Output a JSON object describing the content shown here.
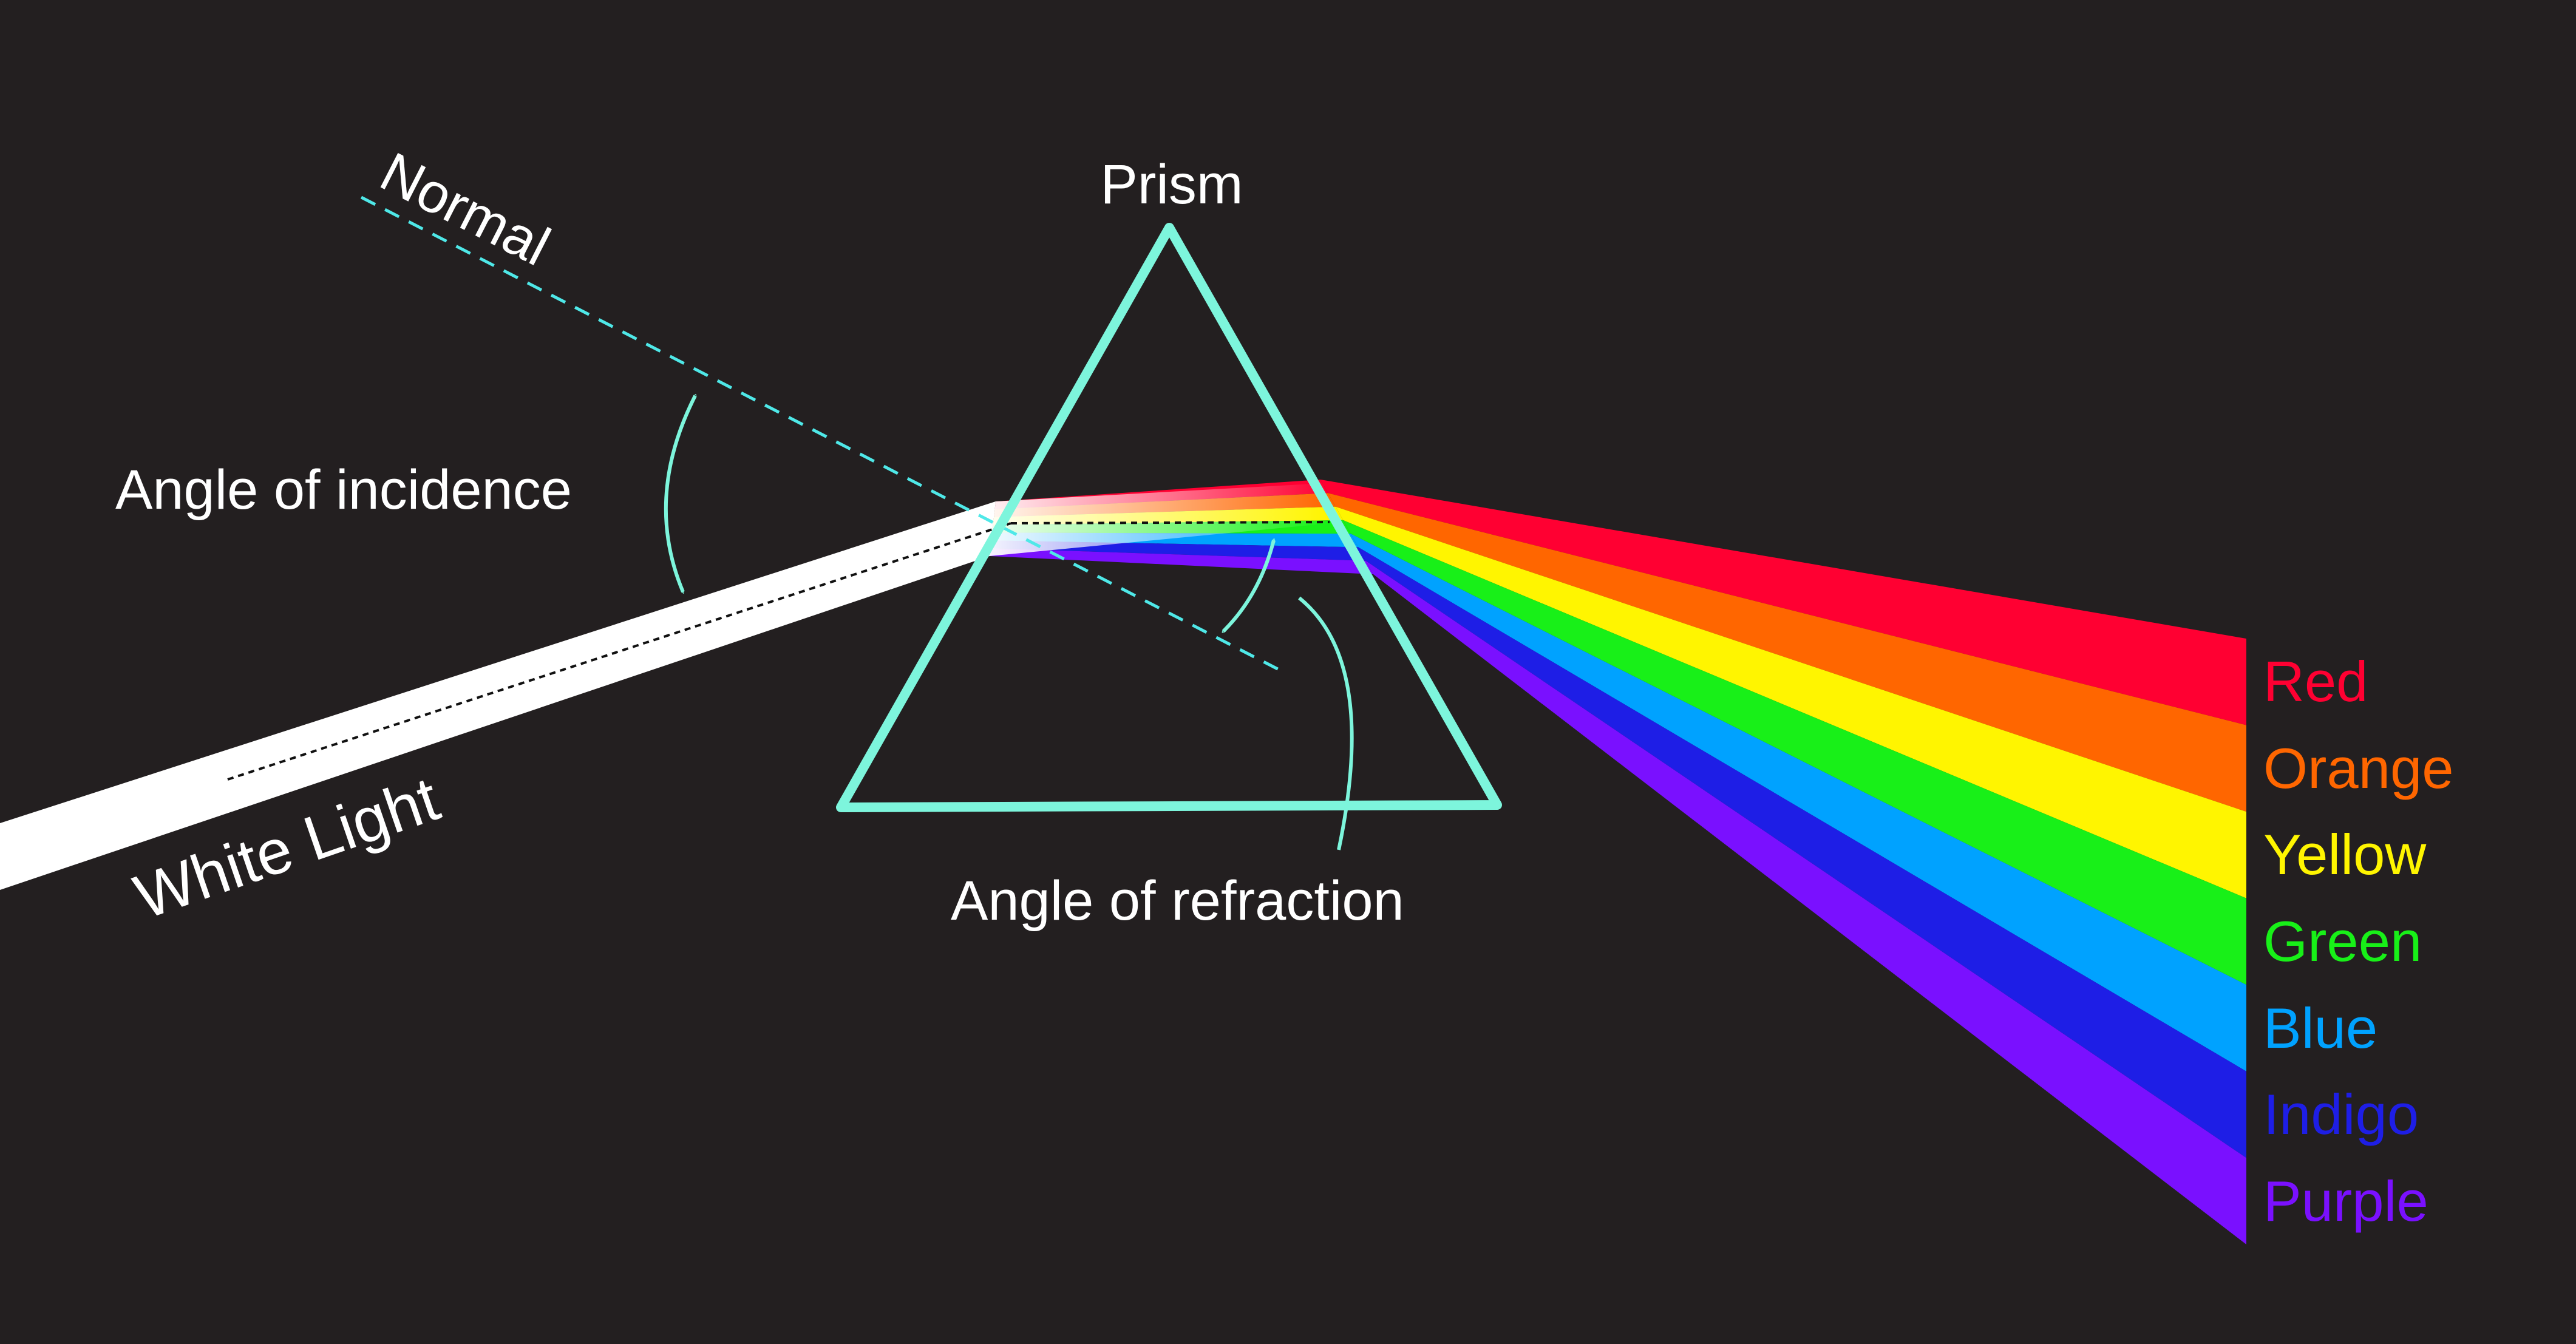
{
  "labels": {
    "prism": "Prism",
    "normal": "Normal",
    "angle_of_incidence": "Angle of incidence",
    "angle_of_refraction": "Angle of refraction",
    "white_light": "White Light"
  },
  "colors": {
    "background": "#231f20",
    "prism_outline": "#7df5dc",
    "normal_line": "#4fe8e8",
    "white_beam": "#ffffff"
  },
  "spectrum": [
    {
      "name": "Red",
      "color": "#ff0032"
    },
    {
      "name": "Orange",
      "color": "#ff6600"
    },
    {
      "name": "Yellow",
      "color": "#fff500"
    },
    {
      "name": "Green",
      "color": "#18f018"
    },
    {
      "name": "Blue",
      "color": "#00a2ff"
    },
    {
      "name": "Indigo",
      "color": "#1e1ee6"
    },
    {
      "name": "Purple",
      "color": "#7a10ff"
    }
  ]
}
